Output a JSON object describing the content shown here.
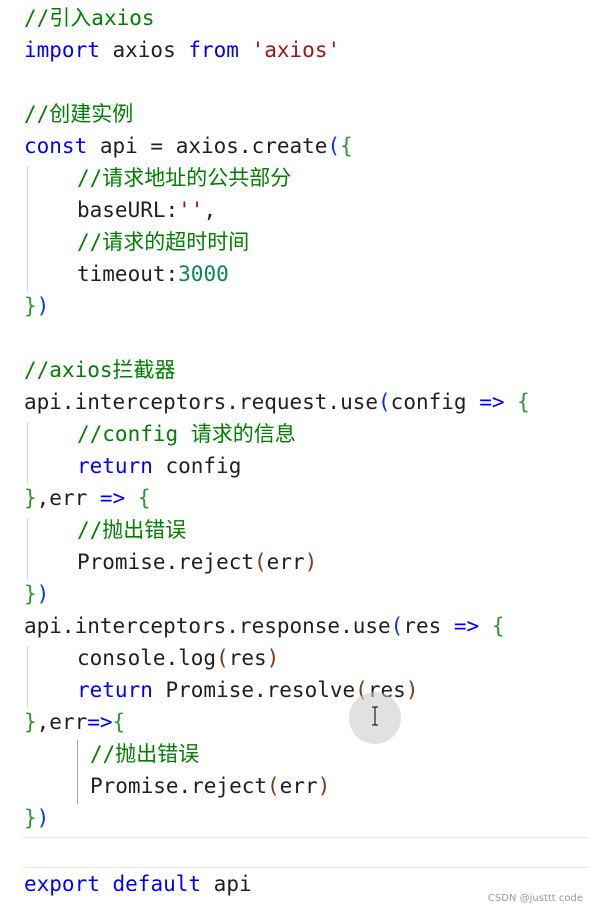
{
  "editor": {
    "lines": [
      [
        {
          "t": "//引入axios",
          "c": "comment"
        }
      ],
      [
        {
          "t": "import",
          "c": "keyword"
        },
        {
          "t": " axios ",
          "c": "default"
        },
        {
          "t": "from",
          "c": "keyword"
        },
        {
          "t": " ",
          "c": "default"
        },
        {
          "t": "'axios'",
          "c": "string"
        }
      ],
      [],
      [
        {
          "t": "//创建实例",
          "c": "comment"
        }
      ],
      [
        {
          "t": "const",
          "c": "keyword"
        },
        {
          "t": " api = axios.create",
          "c": "default"
        },
        {
          "t": "(",
          "c": "bracket1"
        },
        {
          "t": "{",
          "c": "bracket2"
        }
      ],
      [
        {
          "t": "//请求地址的公共部分",
          "c": "comment"
        }
      ],
      [
        {
          "t": "baseURL:",
          "c": "default"
        },
        {
          "t": "''",
          "c": "string"
        },
        {
          "t": ",",
          "c": "default"
        }
      ],
      [
        {
          "t": "//请求的超时时间",
          "c": "comment"
        }
      ],
      [
        {
          "t": "timeout:",
          "c": "default"
        },
        {
          "t": "3000",
          "c": "number"
        }
      ],
      [
        {
          "t": "}",
          "c": "bracket2"
        },
        {
          "t": ")",
          "c": "bracket1"
        }
      ],
      [],
      [
        {
          "t": "//axios拦截器",
          "c": "comment"
        }
      ],
      [
        {
          "t": "api.interceptors.request.use",
          "c": "default"
        },
        {
          "t": "(",
          "c": "bracket1"
        },
        {
          "t": "config ",
          "c": "default"
        },
        {
          "t": "=>",
          "c": "keyword"
        },
        {
          "t": " ",
          "c": "default"
        },
        {
          "t": "{",
          "c": "bracket2"
        }
      ],
      [
        {
          "t": "//config 请求的信息",
          "c": "comment"
        }
      ],
      [
        {
          "t": "return",
          "c": "keyword"
        },
        {
          "t": " config",
          "c": "default"
        }
      ],
      [
        {
          "t": "}",
          "c": "bracket2"
        },
        {
          "t": ",err ",
          "c": "default"
        },
        {
          "t": "=>",
          "c": "keyword"
        },
        {
          "t": " ",
          "c": "default"
        },
        {
          "t": "{",
          "c": "bracket2"
        }
      ],
      [
        {
          "t": "//抛出错误",
          "c": "comment"
        }
      ],
      [
        {
          "t": "Promise.reject",
          "c": "default"
        },
        {
          "t": "(",
          "c": "bracket3"
        },
        {
          "t": "err",
          "c": "default"
        },
        {
          "t": ")",
          "c": "bracket3"
        }
      ],
      [
        {
          "t": "}",
          "c": "bracket2"
        },
        {
          "t": ")",
          "c": "bracket1"
        }
      ],
      [
        {
          "t": "api.interceptors.response.use",
          "c": "default"
        },
        {
          "t": "(",
          "c": "bracket1"
        },
        {
          "t": "res ",
          "c": "default"
        },
        {
          "t": "=>",
          "c": "keyword"
        },
        {
          "t": " ",
          "c": "default"
        },
        {
          "t": "{",
          "c": "bracket2"
        }
      ],
      [
        {
          "t": "console.log",
          "c": "default"
        },
        {
          "t": "(",
          "c": "bracket3"
        },
        {
          "t": "res",
          "c": "default"
        },
        {
          "t": ")",
          "c": "bracket3"
        }
      ],
      [
        {
          "t": "return",
          "c": "keyword"
        },
        {
          "t": " Promise.resolve",
          "c": "default"
        },
        {
          "t": "(",
          "c": "bracket3"
        },
        {
          "t": "res",
          "c": "default"
        },
        {
          "t": ")",
          "c": "bracket3"
        }
      ],
      [
        {
          "t": "}",
          "c": "bracket2"
        },
        {
          "t": ",err",
          "c": "default"
        },
        {
          "t": "=>",
          "c": "keyword"
        },
        {
          "t": "{",
          "c": "bracket2"
        }
      ],
      [
        {
          "t": "//抛出错误",
          "c": "comment"
        }
      ],
      [
        {
          "t": "Promise.reject",
          "c": "default"
        },
        {
          "t": "(",
          "c": "bracket3"
        },
        {
          "t": "err",
          "c": "default"
        },
        {
          "t": ")",
          "c": "bracket3"
        }
      ],
      [
        {
          "t": "}",
          "c": "bracket2"
        },
        {
          "t": ")",
          "c": "bracket1"
        }
      ],
      [],
      [
        {
          "t": "export",
          "c": "keyword"
        },
        {
          "t": " ",
          "c": "default"
        },
        {
          "t": "default",
          "c": "keyword"
        },
        {
          "t": " api",
          "c": "default"
        }
      ]
    ]
  },
  "colors": {
    "keyword": "#0000ff",
    "string": "#a31515",
    "number": "#098658",
    "comment": "#008000",
    "default": "#1f1f1f",
    "bracket1": "#0431fa",
    "bracket2": "#319331",
    "bracket3": "#7b3814"
  },
  "cursor": {
    "icon": "ibeam-cursor-icon"
  },
  "watermark": "CSDN @justtt code"
}
